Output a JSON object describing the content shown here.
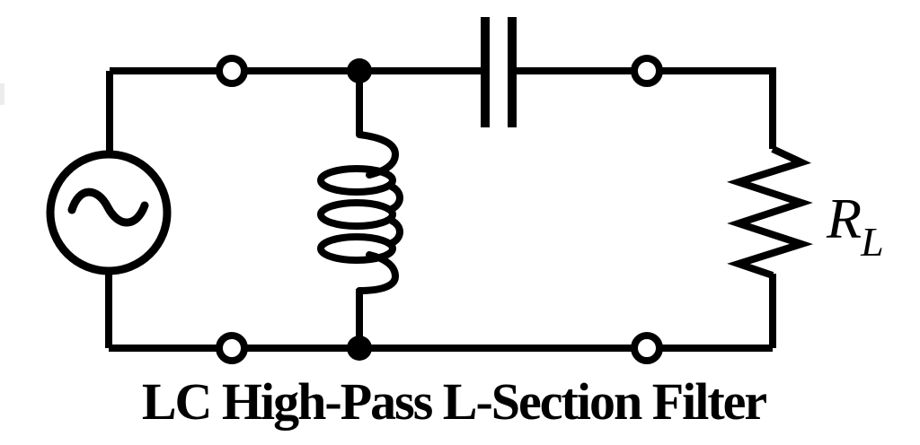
{
  "title": {
    "text": "LC High-Pass L-Section Filter"
  },
  "labels": {
    "load_resistor": {
      "symbol": "R",
      "subscript": "L"
    }
  },
  "colors": {
    "line": "#000000",
    "background": "#ffffff"
  },
  "components": [
    {
      "name": "ac-source",
      "kind": "AC voltage source (sine in circle)"
    },
    {
      "name": "series-capacitor",
      "kind": "capacitor (series, top branch)"
    },
    {
      "name": "shunt-inductor",
      "kind": "inductor coil (shunt, middle branch)"
    },
    {
      "name": "load-resistor",
      "kind": "resistor zigzag (right branch)",
      "label": "RL"
    }
  ],
  "terminals": {
    "open_circle_count": 4,
    "junction_dot_count": 2
  }
}
